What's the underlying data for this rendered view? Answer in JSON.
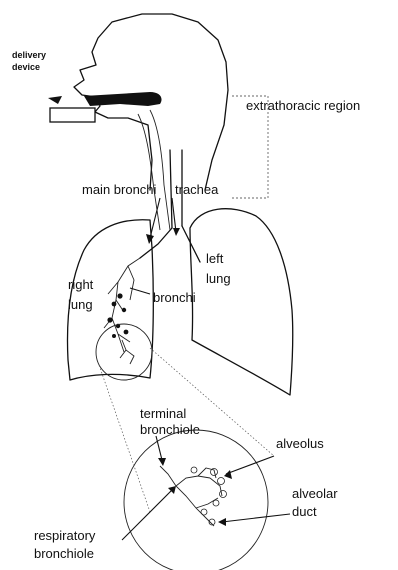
{
  "labels": {
    "delivery_device_line1": "delivery",
    "delivery_device_line2": "device",
    "extrathoracic_region": "extrathoracic region",
    "trachea": "trachea",
    "main_bronchi": "main bronchi",
    "left_lung_line1": "left",
    "left_lung_line2": "lung",
    "right_lung_line1": "right",
    "right_lung_line2": "lung",
    "bronchi": "bronchi",
    "terminal_bronchiole_line1": "terminal",
    "terminal_bronchiole_line2": "bronchiole",
    "alveolus": "alveolus",
    "alveolar_duct_line1": "alveolar",
    "alveolar_duct_line2": "duct",
    "respiratory_bronchiole_line1": "respiratory",
    "respiratory_bronchiole_line2": "bronchiole"
  }
}
